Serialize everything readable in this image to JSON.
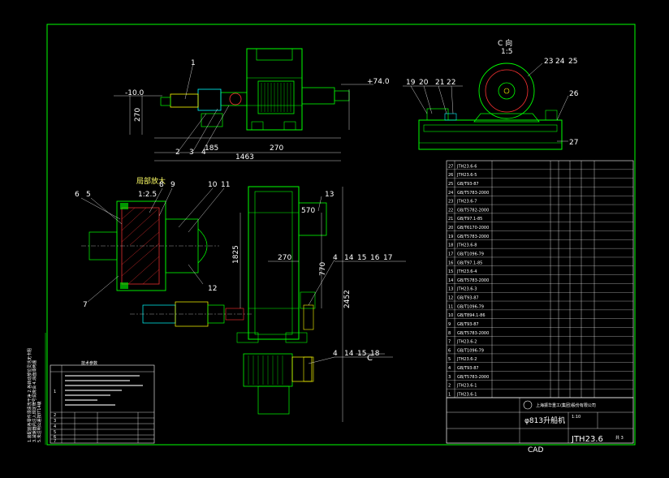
{
  "drawing": {
    "view_label_c": "C 向",
    "view_scale_c": "1:5",
    "view_label_detail": "局部放大",
    "view_scale_detail": "1:2.5",
    "section_marker": "C",
    "balloons_top": [
      "1",
      "2",
      "3",
      "4"
    ],
    "balloons_right": [
      "19",
      "20",
      "21",
      "22",
      "23",
      "24",
      "25",
      "26",
      "27"
    ],
    "balloons_detail": [
      "6",
      "5",
      "8",
      "9",
      "10",
      "11",
      "12",
      "7"
    ],
    "balloons_main": [
      "13",
      "4",
      "14",
      "15",
      "16",
      "17",
      "4",
      "14",
      "15",
      "18"
    ],
    "dims_top": [
      "-10.0",
      "+74.0",
      "270",
      "185",
      "270",
      "1463"
    ],
    "dims_main": [
      "570",
      "1825",
      "770",
      "2452",
      "270"
    ]
  },
  "title_block": {
    "drawing_name": "φ813升船机",
    "drawing_number": "JTH23.6",
    "company": "上海振华重工(集团)股份有限公司",
    "scale": "1:10",
    "sheet": "共 3"
  },
  "footer": {
    "cad_label": "CAD"
  },
  "parts_list": [
    {
      "no": "27",
      "code": "JTH23.6-6"
    },
    {
      "no": "26",
      "code": "JTH23.6-5"
    },
    {
      "no": "25",
      "code": "GB/T93-87"
    },
    {
      "no": "24",
      "code": "GB/T5783-2000"
    },
    {
      "no": "23",
      "code": "JTH23.6-7"
    },
    {
      "no": "22",
      "code": "GB/T5782-2000"
    },
    {
      "no": "21",
      "code": "GB/T97.1-85"
    },
    {
      "no": "20",
      "code": "GB/T6170-2000"
    },
    {
      "no": "19",
      "code": "GB/T5783-2000"
    },
    {
      "no": "18",
      "code": "JTH23.6-8"
    },
    {
      "no": "17",
      "code": "GB/T1096-79"
    },
    {
      "no": "16",
      "code": "GB/T97.1-85"
    },
    {
      "no": "15",
      "code": "JTH23.6-4"
    },
    {
      "no": "14",
      "code": "GB/T5783-2000"
    },
    {
      "no": "13",
      "code": "JTH23.6-3"
    },
    {
      "no": "12",
      "code": "GB/T93-87"
    },
    {
      "no": "11",
      "code": "GB/T1096-79"
    },
    {
      "no": "10",
      "code": "GB/T894.1-86"
    },
    {
      "no": "9",
      "code": "GB/T93-87"
    },
    {
      "no": "8",
      "code": "GB/T5783-2000"
    },
    {
      "no": "7",
      "code": "JTH23.6-2"
    },
    {
      "no": "6",
      "code": "GB/T1096-79"
    },
    {
      "no": "5",
      "code": "JTH23.6-2"
    },
    {
      "no": "4",
      "code": "GB/T93-87"
    },
    {
      "no": "3",
      "code": "GB/T5783-2000"
    },
    {
      "no": "2",
      "code": "JTH23.6-1"
    },
    {
      "no": "1",
      "code": "JTH23.6-1"
    }
  ],
  "spec_table": {
    "title": "技术参数",
    "rows": [
      "1",
      "2",
      "3",
      "4",
      "5",
      "6",
      "7"
    ]
  },
  "colors": {
    "frame": "#00ff00",
    "dimension": "#ffffff",
    "part": "#00ff00",
    "hatch": "#ff3333",
    "annotation": "#ffff00",
    "cyan": "#00ffff",
    "magenta": "#ff00ff"
  }
}
